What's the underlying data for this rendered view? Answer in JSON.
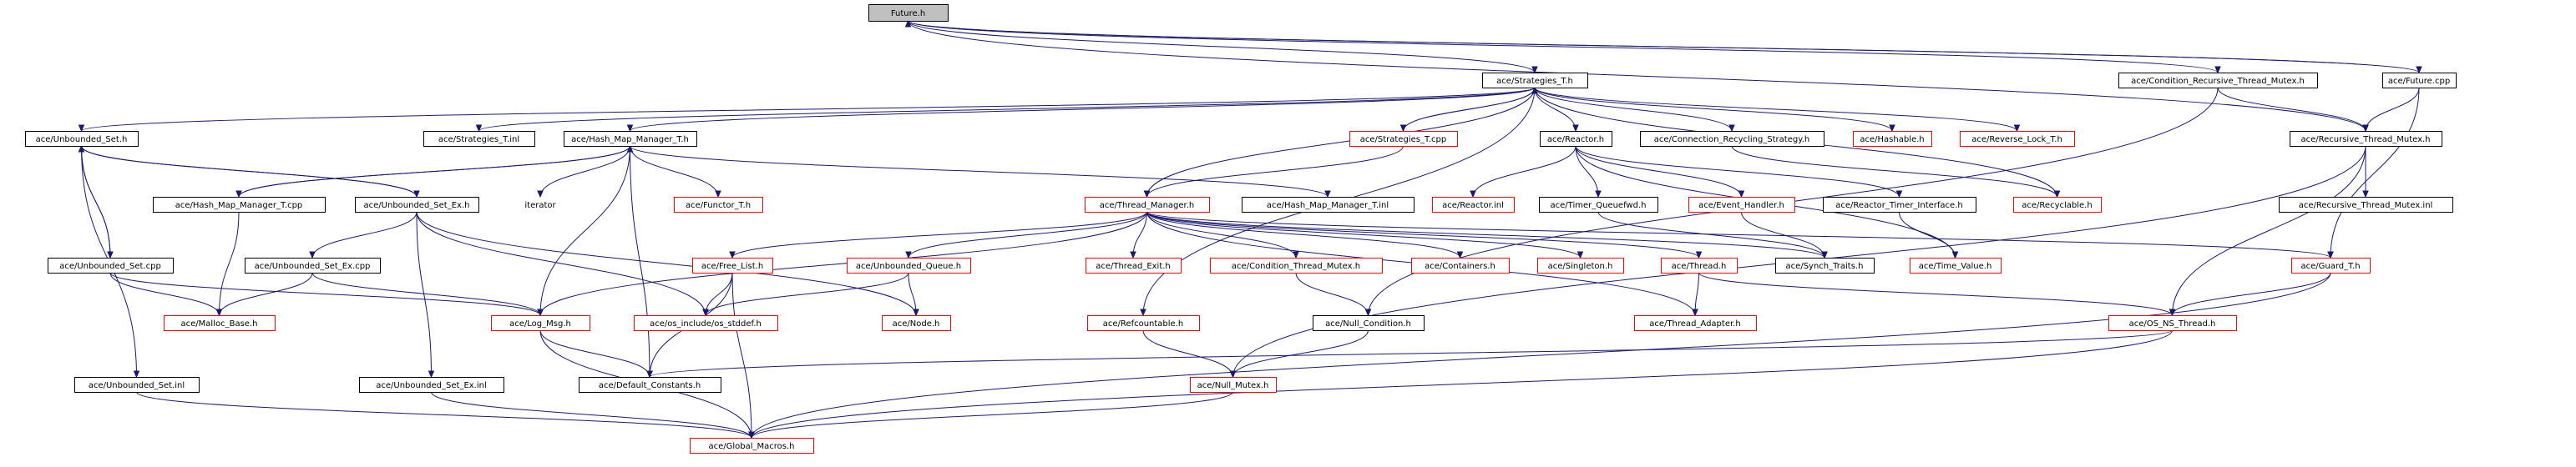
{
  "diagram": {
    "colors": {
      "background": "#ffffff",
      "edge": "#191970",
      "border_black": "#000000",
      "border_red": "#ff0000",
      "root_fill": "#c0c0c0"
    },
    "nodes": [
      {
        "id": "future_h",
        "label": "Future.h",
        "border": "black",
        "fill": "gray"
      },
      {
        "id": "strategies_t_h",
        "label": "ace/Strategies_T.h",
        "border": "black"
      },
      {
        "id": "cond_rec_mutex_h",
        "label": "ace/Condition_Recursive_Thread_Mutex.h",
        "border": "black"
      },
      {
        "id": "future_cpp",
        "label": "ace/Future.cpp",
        "border": "black"
      },
      {
        "id": "unbounded_set_h",
        "label": "ace/Unbounded_Set.h",
        "border": "black"
      },
      {
        "id": "strategies_t_inl",
        "label": "ace/Strategies_T.inl",
        "border": "black"
      },
      {
        "id": "hash_map_manager_t_h",
        "label": "ace/Hash_Map_Manager_T.h",
        "border": "black"
      },
      {
        "id": "strategies_t_cpp",
        "label": "ace/Strategies_T.cpp",
        "border": "red"
      },
      {
        "id": "reactor_h",
        "label": "ace/Reactor.h",
        "border": "black"
      },
      {
        "id": "conn_recycling_strategy_h",
        "label": "ace/Connection_Recycling_Strategy.h",
        "border": "black"
      },
      {
        "id": "hashable_h",
        "label": "ace/Hashable.h",
        "border": "red"
      },
      {
        "id": "reverse_lock_t_h",
        "label": "ace/Reverse_Lock_T.h",
        "border": "red"
      },
      {
        "id": "recursive_thread_mutex_h",
        "label": "ace/Recursive_Thread_Mutex.h",
        "border": "black"
      },
      {
        "id": "hash_map_manager_t_cpp",
        "label": "ace/Hash_Map_Manager_T.cpp",
        "border": "black"
      },
      {
        "id": "unbounded_set_ex_h",
        "label": "ace/Unbounded_Set_Ex.h",
        "border": "black"
      },
      {
        "id": "iterator",
        "label": "iterator",
        "border": "none"
      },
      {
        "id": "functor_t_h",
        "label": "ace/Functor_T.h",
        "border": "red"
      },
      {
        "id": "thread_manager_h",
        "label": "ace/Thread_Manager.h",
        "border": "red"
      },
      {
        "id": "hash_map_manager_t_inl",
        "label": "ace/Hash_Map_Manager_T.inl",
        "border": "black"
      },
      {
        "id": "reactor_inl",
        "label": "ace/Reactor.inl",
        "border": "red"
      },
      {
        "id": "timer_queuefwd_h",
        "label": "ace/Timer_Queuefwd.h",
        "border": "black"
      },
      {
        "id": "event_handler_h",
        "label": "ace/Event_Handler.h",
        "border": "red"
      },
      {
        "id": "reactor_timer_interface_h",
        "label": "ace/Reactor_Timer_Interface.h",
        "border": "black"
      },
      {
        "id": "recyclable_h",
        "label": "ace/Recyclable.h",
        "border": "red"
      },
      {
        "id": "recursive_thread_mutex_inl",
        "label": "ace/Recursive_Thread_Mutex.inl",
        "border": "black"
      },
      {
        "id": "unbounded_set_cpp",
        "label": "ace/Unbounded_Set.cpp",
        "border": "black"
      },
      {
        "id": "unbounded_set_ex_cpp",
        "label": "ace/Unbounded_Set_Ex.cpp",
        "border": "black"
      },
      {
        "id": "free_list_h",
        "label": "ace/Free_List.h",
        "border": "red"
      },
      {
        "id": "unbounded_queue_h",
        "label": "ace/Unbounded_Queue.h",
        "border": "red"
      },
      {
        "id": "thread_exit_h",
        "label": "ace/Thread_Exit.h",
        "border": "red"
      },
      {
        "id": "condition_thread_mutex_h",
        "label": "ace/Condition_Thread_Mutex.h",
        "border": "red"
      },
      {
        "id": "containers_h",
        "label": "ace/Containers.h",
        "border": "red"
      },
      {
        "id": "singleton_h",
        "label": "ace/Singleton.h",
        "border": "red"
      },
      {
        "id": "thread_h",
        "label": "ace/Thread.h",
        "border": "red"
      },
      {
        "id": "synch_traits_h",
        "label": "ace/Synch_Traits.h",
        "border": "black"
      },
      {
        "id": "time_value_h",
        "label": "ace/Time_Value.h",
        "border": "red"
      },
      {
        "id": "guard_t_h",
        "label": "ace/Guard_T.h",
        "border": "red"
      },
      {
        "id": "malloc_base_h",
        "label": "ace/Malloc_Base.h",
        "border": "red"
      },
      {
        "id": "log_msg_h",
        "label": "ace/Log_Msg.h",
        "border": "red"
      },
      {
        "id": "os_stddef_h",
        "label": "ace/os_include/os_stddef.h",
        "border": "red"
      },
      {
        "id": "node_h",
        "label": "ace/Node.h",
        "border": "red"
      },
      {
        "id": "refcountable_h",
        "label": "ace/Refcountable.h",
        "border": "red"
      },
      {
        "id": "null_condition_h",
        "label": "ace/Null_Condition.h",
        "border": "black"
      },
      {
        "id": "thread_adapter_h",
        "label": "ace/Thread_Adapter.h",
        "border": "red"
      },
      {
        "id": "os_ns_thread_h",
        "label": "ace/OS_NS_Thread.h",
        "border": "red"
      },
      {
        "id": "unbounded_set_inl",
        "label": "ace/Unbounded_Set.inl",
        "border": "black"
      },
      {
        "id": "unbounded_set_ex_inl",
        "label": "ace/Unbounded_Set_Ex.inl",
        "border": "black"
      },
      {
        "id": "default_constants_h",
        "label": "ace/Default_Constants.h",
        "border": "black"
      },
      {
        "id": "null_mutex_h",
        "label": "ace/Null_Mutex.h",
        "border": "red"
      },
      {
        "id": "global_macros_h",
        "label": "ace/Global_Macros.h",
        "border": "red"
      }
    ],
    "edges": [
      [
        "future_h",
        "strategies_t_h"
      ],
      [
        "future_h",
        "cond_rec_mutex_h"
      ],
      [
        "future_h",
        "future_cpp"
      ],
      [
        "future_h",
        "recursive_thread_mutex_h"
      ],
      [
        "future_cpp",
        "future_h"
      ],
      [
        "future_cpp",
        "recursive_thread_mutex_h"
      ],
      [
        "future_cpp",
        "guard_t_h"
      ],
      [
        "cond_rec_mutex_h",
        "recursive_thread_mutex_h"
      ],
      [
        "cond_rec_mutex_h",
        "null_condition_h"
      ],
      [
        "strategies_t_h",
        "unbounded_set_h"
      ],
      [
        "strategies_t_h",
        "strategies_t_inl"
      ],
      [
        "strategies_t_h",
        "hash_map_manager_t_h"
      ],
      [
        "strategies_t_h",
        "strategies_t_cpp"
      ],
      [
        "strategies_t_h",
        "reactor_h"
      ],
      [
        "strategies_t_h",
        "conn_recycling_strategy_h"
      ],
      [
        "strategies_t_h",
        "hashable_h"
      ],
      [
        "strategies_t_h",
        "reverse_lock_t_h"
      ],
      [
        "strategies_t_h",
        "recyclable_h"
      ],
      [
        "strategies_t_h",
        "thread_manager_h"
      ],
      [
        "strategies_t_h",
        "refcountable_h"
      ],
      [
        "strategies_t_cpp",
        "strategies_t_h"
      ],
      [
        "strategies_t_cpp",
        "thread_manager_h"
      ],
      [
        "unbounded_set_h",
        "unbounded_set_cpp"
      ],
      [
        "unbounded_set_h",
        "unbounded_set_ex_h"
      ],
      [
        "unbounded_set_h",
        "unbounded_set_inl"
      ],
      [
        "unbounded_set_cpp",
        "unbounded_set_h"
      ],
      [
        "unbounded_set_cpp",
        "malloc_base_h"
      ],
      [
        "unbounded_set_cpp",
        "log_msg_h"
      ],
      [
        "hash_map_manager_t_h",
        "hash_map_manager_t_cpp"
      ],
      [
        "hash_map_manager_t_h",
        "iterator"
      ],
      [
        "hash_map_manager_t_h",
        "functor_t_h"
      ],
      [
        "hash_map_manager_t_h",
        "hash_map_manager_t_inl"
      ],
      [
        "hash_map_manager_t_h",
        "log_msg_h"
      ],
      [
        "hash_map_manager_t_h",
        "default_constants_h"
      ],
      [
        "hash_map_manager_t_cpp",
        "hash_map_manager_t_h"
      ],
      [
        "hash_map_manager_t_cpp",
        "malloc_base_h"
      ],
      [
        "unbounded_set_ex_h",
        "unbounded_set_ex_cpp"
      ],
      [
        "unbounded_set_ex_h",
        "unbounded_set_ex_inl"
      ],
      [
        "unbounded_set_ex_h",
        "unbounded_set_h"
      ],
      [
        "unbounded_set_ex_h",
        "os_stddef_h"
      ],
      [
        "unbounded_set_ex_h",
        "node_h"
      ],
      [
        "unbounded_set_ex_cpp",
        "malloc_base_h"
      ],
      [
        "unbounded_set_ex_cpp",
        "log_msg_h"
      ],
      [
        "reactor_h",
        "reactor_inl"
      ],
      [
        "reactor_h",
        "timer_queuefwd_h"
      ],
      [
        "reactor_h",
        "event_handler_h"
      ],
      [
        "reactor_h",
        "reactor_timer_interface_h"
      ],
      [
        "reactor_h",
        "time_value_h"
      ],
      [
        "conn_recycling_strategy_h",
        "recyclable_h"
      ],
      [
        "recursive_thread_mutex_h",
        "recursive_thread_mutex_inl"
      ],
      [
        "recursive_thread_mutex_h",
        "os_ns_thread_h"
      ],
      [
        "recursive_thread_mutex_h",
        "null_mutex_h"
      ],
      [
        "thread_manager_h",
        "free_list_h"
      ],
      [
        "thread_manager_h",
        "unbounded_queue_h"
      ],
      [
        "thread_manager_h",
        "thread_exit_h"
      ],
      [
        "thread_manager_h",
        "condition_thread_mutex_h"
      ],
      [
        "thread_manager_h",
        "containers_h"
      ],
      [
        "thread_manager_h",
        "singleton_h"
      ],
      [
        "thread_manager_h",
        "thread_h"
      ],
      [
        "thread_manager_h",
        "synch_traits_h"
      ],
      [
        "thread_manager_h",
        "log_msg_h"
      ],
      [
        "thread_manager_h",
        "thread_adapter_h"
      ],
      [
        "thread_manager_h",
        "guard_t_h"
      ],
      [
        "timer_queuefwd_h",
        "synch_traits_h"
      ],
      [
        "event_handler_h",
        "synch_traits_h"
      ],
      [
        "reactor_timer_interface_h",
        "time_value_h"
      ],
      [
        "free_list_h",
        "os_stddef_h"
      ],
      [
        "free_list_h",
        "default_constants_h"
      ],
      [
        "free_list_h",
        "global_macros_h"
      ],
      [
        "unbounded_queue_h",
        "os_stddef_h"
      ],
      [
        "unbounded_queue_h",
        "node_h"
      ],
      [
        "condition_thread_mutex_h",
        "null_condition_h"
      ],
      [
        "thread_h",
        "thread_adapter_h"
      ],
      [
        "thread_h",
        "os_ns_thread_h"
      ],
      [
        "guard_t_h",
        "os_ns_thread_h"
      ],
      [
        "guard_t_h",
        "global_macros_h"
      ],
      [
        "log_msg_h",
        "default_constants_h"
      ],
      [
        "log_msg_h",
        "global_macros_h"
      ],
      [
        "refcountable_h",
        "null_mutex_h"
      ],
      [
        "null_condition_h",
        "null_mutex_h"
      ],
      [
        "os_ns_thread_h",
        "default_constants_h"
      ],
      [
        "os_ns_thread_h",
        "global_macros_h"
      ],
      [
        "null_mutex_h",
        "global_macros_h"
      ],
      [
        "unbounded_set_inl",
        "global_macros_h"
      ],
      [
        "unbounded_set_ex_inl",
        "global_macros_h"
      ]
    ]
  }
}
